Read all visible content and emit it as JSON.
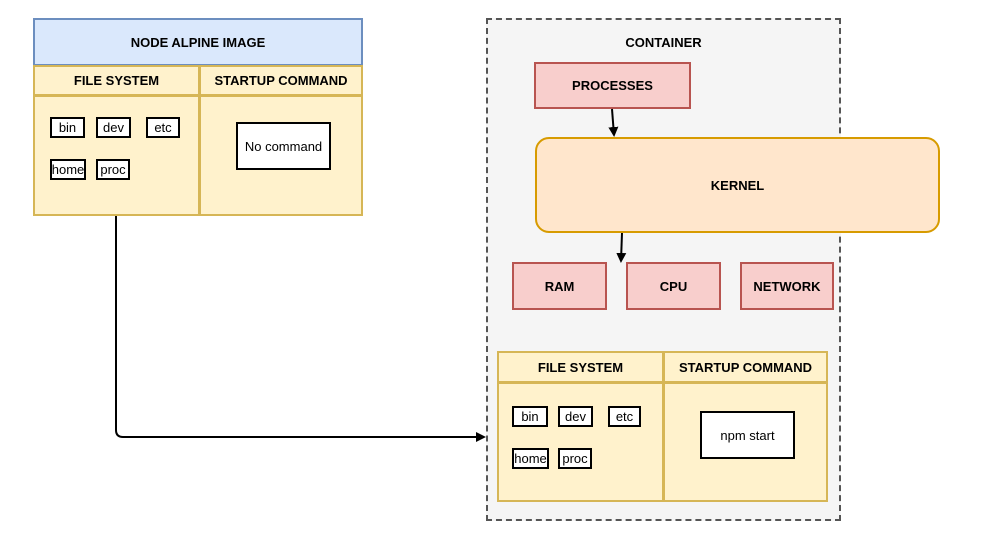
{
  "image": {
    "title": "NODE ALPINE IMAGE",
    "fs_header": "FILE SYSTEM",
    "sc_header": "STARTUP COMMAND",
    "folders": [
      "bin",
      "dev",
      "etc",
      "home",
      "proc"
    ],
    "command": "No command"
  },
  "container": {
    "title": "CONTAINER",
    "processes": "PROCESSES",
    "kernel": "KERNEL",
    "resources": [
      "RAM",
      "CPU",
      "NETWORK"
    ],
    "fs_header": "FILE SYSTEM",
    "sc_header": "STARTUP COMMAND",
    "folders": [
      "bin",
      "dev",
      "etc",
      "home",
      "proc"
    ],
    "command": "npm start"
  },
  "colors": {
    "image_title_fill": "#dae8fc",
    "image_title_stroke": "#6c8ebf",
    "section_fill": "#fff2cc",
    "section_stroke": "#d6b656",
    "resource_fill": "#f8cecc",
    "resource_stroke": "#b85450",
    "kernel_fill": "#ffe6cc",
    "kernel_stroke": "#d79b00",
    "container_fill": "#f5f5f5"
  }
}
